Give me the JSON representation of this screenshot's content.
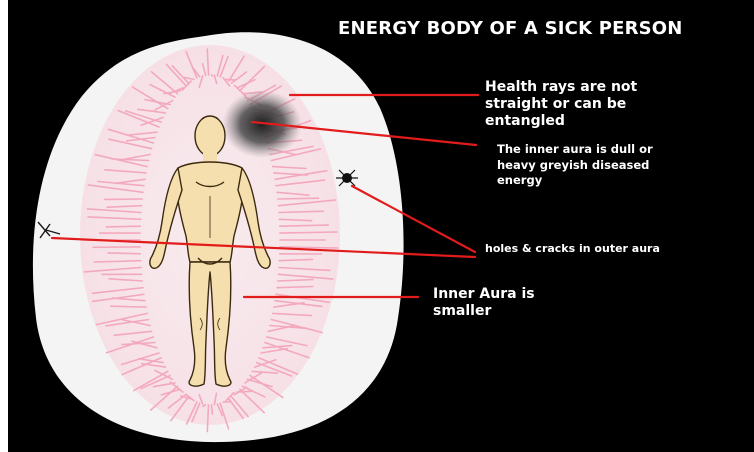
{
  "title": "ENERGY BODY OF A SICK PERSON",
  "labels": {
    "health_rays": "Health rays are not straight or can be entangled",
    "inner_aura_dull": "The inner aura is dull or heavy greyish diseased energy",
    "holes_cracks": "holes & cracks in outer aura",
    "inner_aura_smaller": "Inner Aura is smaller"
  },
  "colors": {
    "background": "#000000",
    "outer_aura": "#f4f4f4",
    "inner_aura_rays": "#f3a9bd",
    "body_skin": "#f6dfae",
    "body_outline": "#3a2a10",
    "pointer_line": "#e21b1b",
    "text": "#ffffff",
    "diseased_spot": "#2b2b2b"
  }
}
